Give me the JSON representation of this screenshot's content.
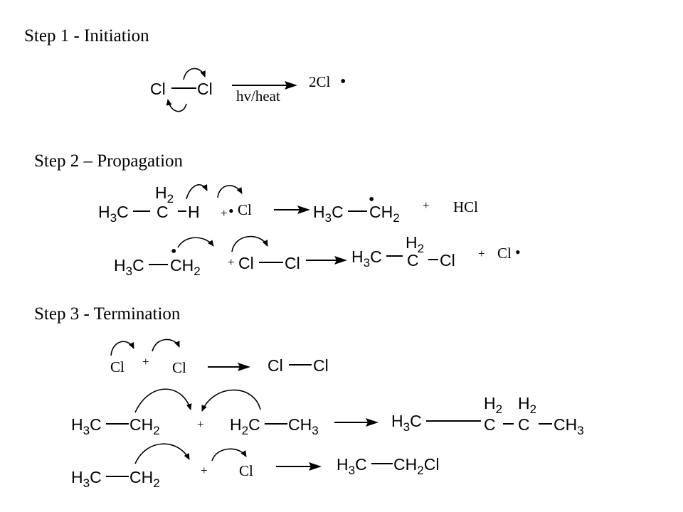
{
  "steps": {
    "initiation": "Step 1 - Initiation",
    "propagation": "Step 2 – Propagation",
    "termination": "Step 3 - Termination"
  },
  "labels": {
    "cl": "Cl",
    "h": "H",
    "c": "C",
    "h3c": "H",
    "h2": "H",
    "sub2": "2",
    "sub3": "3",
    "ch": "CH",
    "two_cl": "2Cl",
    "hcl": "HCl",
    "cl_serif": "Cl",
    "h2c": "H",
    "ch2cl": "CH",
    "plus": "+",
    "radical_dot": "•",
    "condition": "hv/heat"
  }
}
